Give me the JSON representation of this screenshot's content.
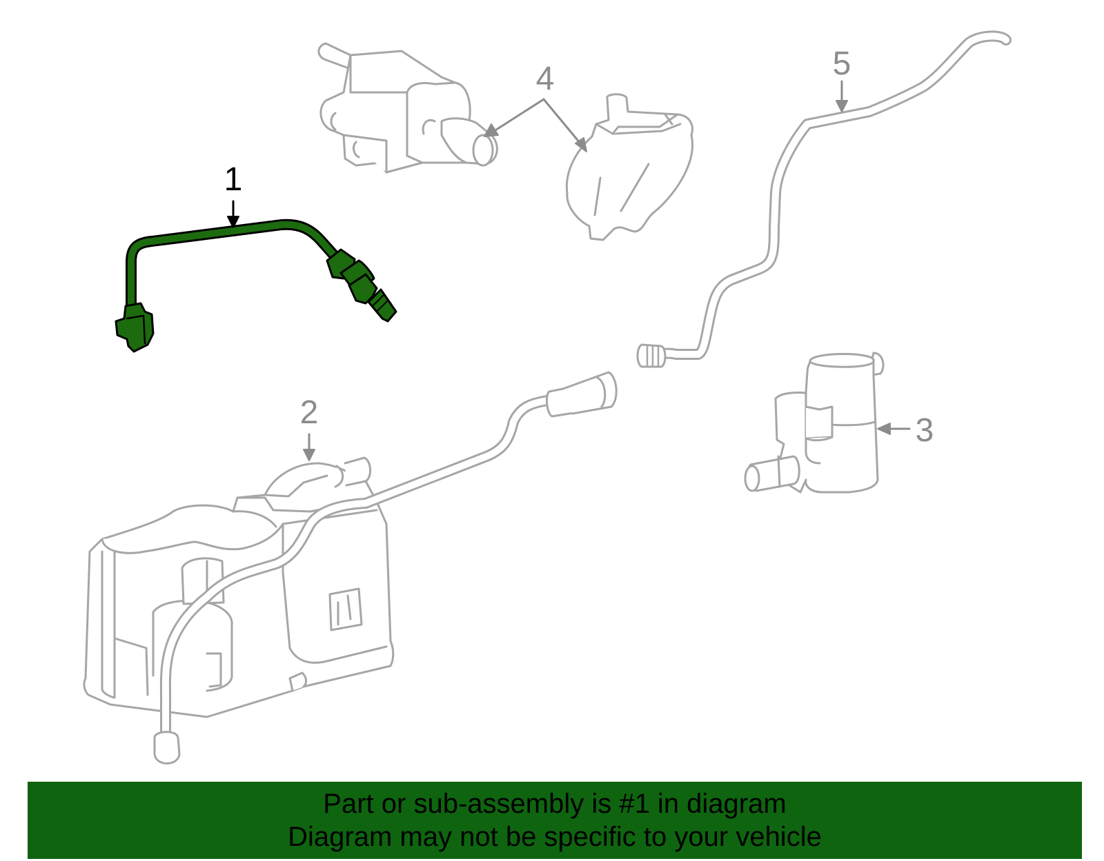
{
  "colors": {
    "highlight_part": "#1d6b0f",
    "ghost_line": "#a6a6a6",
    "callout_highlight": "#000000",
    "callout_ghost": "#8c8c8c",
    "banner_bg": "#0f6410",
    "banner_text": "#000000"
  },
  "callouts": {
    "part1": "1",
    "part2": "2",
    "part3": "3",
    "part4": "4",
    "part5": "5"
  },
  "banner": {
    "line1": "Part or sub-assembly is #1 in diagram",
    "line2": "Diagram may not be specific to your vehicle"
  }
}
